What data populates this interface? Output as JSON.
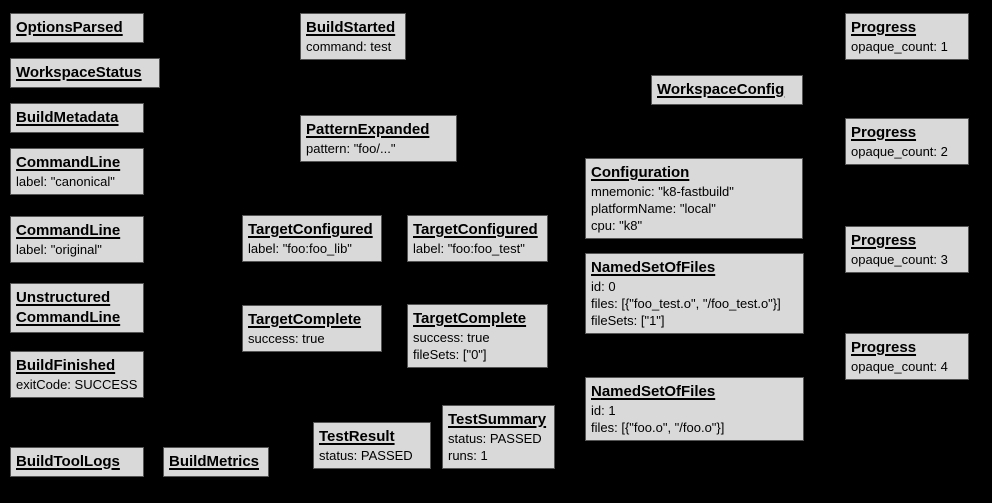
{
  "colors": {
    "background": "#000000",
    "box_fill": "#d9d9d9",
    "box_border": "#555555",
    "text": "#000000"
  },
  "boxes": [
    {
      "title": "OptionsParsed",
      "body": ""
    },
    {
      "title": "WorkspaceStatus",
      "body": ""
    },
    {
      "title": "BuildMetadata",
      "body": ""
    },
    {
      "title": "CommandLine",
      "body": "label: \"canonical\""
    },
    {
      "title": "CommandLine",
      "body": "label: \"original\""
    },
    {
      "title": "Unstructured\nCommandLine",
      "body": ""
    },
    {
      "title": "BuildFinished",
      "body": "exitCode: SUCCESS"
    },
    {
      "title": "BuildToolLogs",
      "body": ""
    },
    {
      "title": "BuildMetrics",
      "body": ""
    },
    {
      "title": "BuildStarted",
      "body": "command: test"
    },
    {
      "title": "PatternExpanded",
      "body": "pattern: \"foo/...\""
    },
    {
      "title": "TargetConfigured",
      "body": "label: \"foo:foo_lib\""
    },
    {
      "title": "TargetComplete",
      "body": "success: true"
    },
    {
      "title": "TestResult",
      "body": "status: PASSED"
    },
    {
      "title": "TargetConfigured",
      "body": "label: \"foo:foo_test\""
    },
    {
      "title": "TargetComplete",
      "body": "success: true\nfileSets: [\"0\"]"
    },
    {
      "title": "TestSummary",
      "body": "status: PASSED\nruns: 1"
    },
    {
      "title": "WorkspaceConfig",
      "body": ""
    },
    {
      "title": "Configuration",
      "body": "mnemonic: \"k8-fastbuild\"\nplatformName: \"local\"\ncpu: \"k8\""
    },
    {
      "title": "NamedSetOfFiles",
      "body": "id: 0\nfiles: [{\"foo_test.o\", \"/foo_test.o\"}]\nfileSets: [\"1\"]"
    },
    {
      "title": "NamedSetOfFiles",
      "body": "id: 1\nfiles: [{\"foo.o\", \"/foo.o\"}]"
    },
    {
      "title": "Progress",
      "body": "opaque_count: 1"
    },
    {
      "title": "Progress",
      "body": "opaque_count: 2"
    },
    {
      "title": "Progress",
      "body": "opaque_count: 3"
    },
    {
      "title": "Progress",
      "body": "opaque_count: 4"
    }
  ]
}
